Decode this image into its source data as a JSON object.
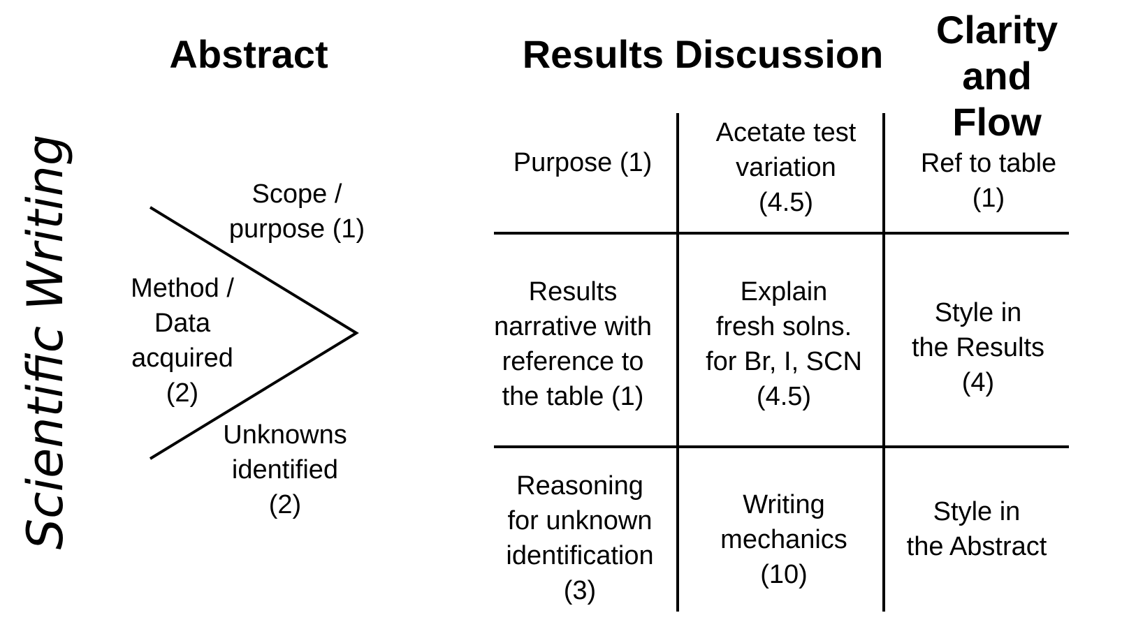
{
  "headers": {
    "abstract": "Abstract",
    "results_discussion": "Results Discussion",
    "clarity_flow": "Clarity\nand Flow"
  },
  "side_label": "Scientific Writing",
  "abstract_items": {
    "scope": "Scope /\npurpose (1)",
    "method": "Method /\nData\nacquired\n(2)",
    "unknowns": "Unknowns\nidentified\n(2)"
  },
  "grid": {
    "r1c1": "Purpose (1)",
    "r1c2": "Acetate test\nvariation\n(4.5)",
    "r1c3": "Ref to table\n(1)",
    "r2c1": "Results\nnarrative with\nreference to\nthe table (1)",
    "r2c2": "Explain\nfresh solns.\nfor Br, I, SCN\n(4.5)",
    "r2c3": "Style in\nthe Results\n(4)",
    "r3c1": "Reasoning\nfor unknown\nidentification\n(3)",
    "r3c2": "Writing\nmechanics\n(10)",
    "r3c3": "Style in\nthe Abstract"
  }
}
